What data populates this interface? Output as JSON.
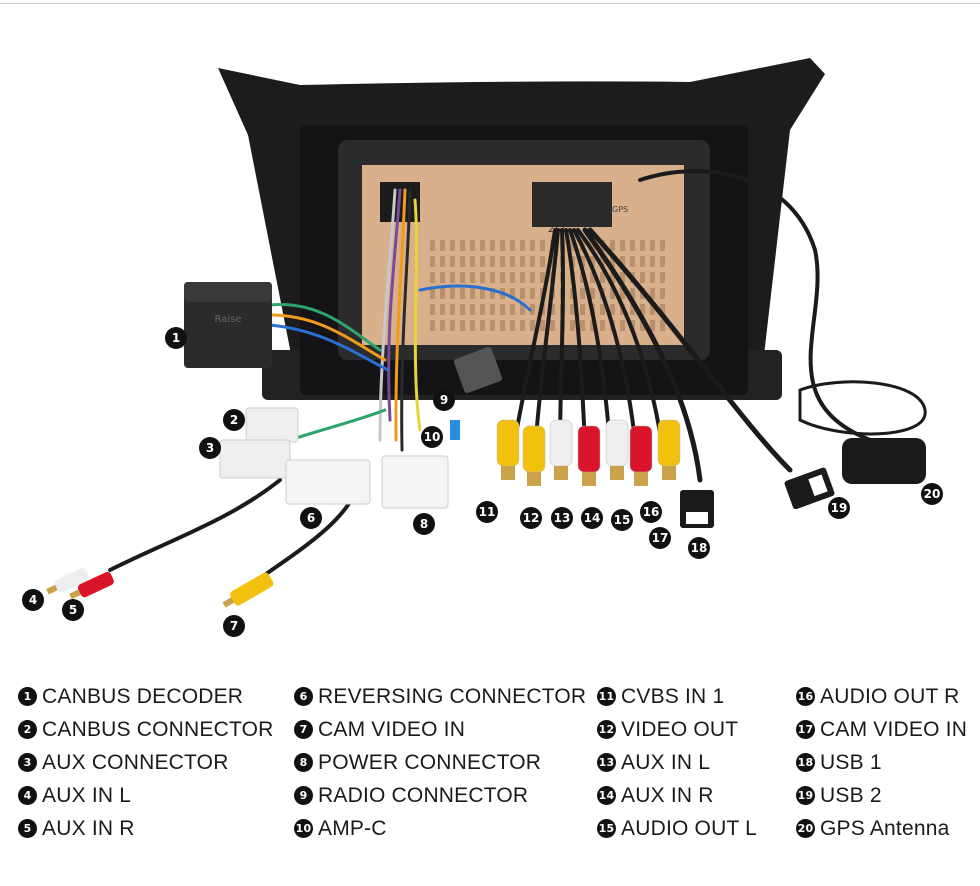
{
  "callouts": [
    "1",
    "2",
    "3",
    "4",
    "5",
    "6",
    "7",
    "8",
    "9",
    "10",
    "11",
    "12",
    "13",
    "14",
    "15",
    "16",
    "17",
    "18",
    "19",
    "20"
  ],
  "legend": [
    {
      "num": "1",
      "label": "CANBUS  DECODER"
    },
    {
      "num": "2",
      "label": "CANBUS CONNECTOR"
    },
    {
      "num": "3",
      "label": "AUX CONNECTOR"
    },
    {
      "num": "4",
      "label": "AUX IN L"
    },
    {
      "num": "5",
      "label": "AUX IN R"
    },
    {
      "num": "6",
      "label": "REVERSING CONNECTOR"
    },
    {
      "num": "7",
      "label": "CAM VIDEO IN"
    },
    {
      "num": "8",
      "label": "POWER CONNECTOR"
    },
    {
      "num": "9",
      "label": "RADIO CONNECTOR"
    },
    {
      "num": "10",
      "label": "AMP-C"
    },
    {
      "num": "11",
      "label": "CVBS IN 1"
    },
    {
      "num": "12",
      "label": "VIDEO OUT"
    },
    {
      "num": "13",
      "label": "AUX IN L"
    },
    {
      "num": "14",
      "label": "AUX IN R"
    },
    {
      "num": "15",
      "label": "AUDIO OUT L"
    },
    {
      "num": "16",
      "label": "AUDIO OUT R"
    },
    {
      "num": "17",
      "label": "CAM VIDEO IN"
    },
    {
      "num": "18",
      "label": "USB 1"
    },
    {
      "num": "19",
      "label": "USB 2"
    },
    {
      "num": "20",
      "label": "GPS Antenna"
    }
  ],
  "device_text": {
    "decoder_label": "Raise",
    "gps_label": "GPS",
    "port_label": "217"
  },
  "colors": {
    "badge": "#111111",
    "rca_yellow": "#f2c10d",
    "rca_red": "#d9142b",
    "rca_white": "#eeeeee",
    "board": "#d8b08c",
    "frame": "#1c1c1e"
  }
}
